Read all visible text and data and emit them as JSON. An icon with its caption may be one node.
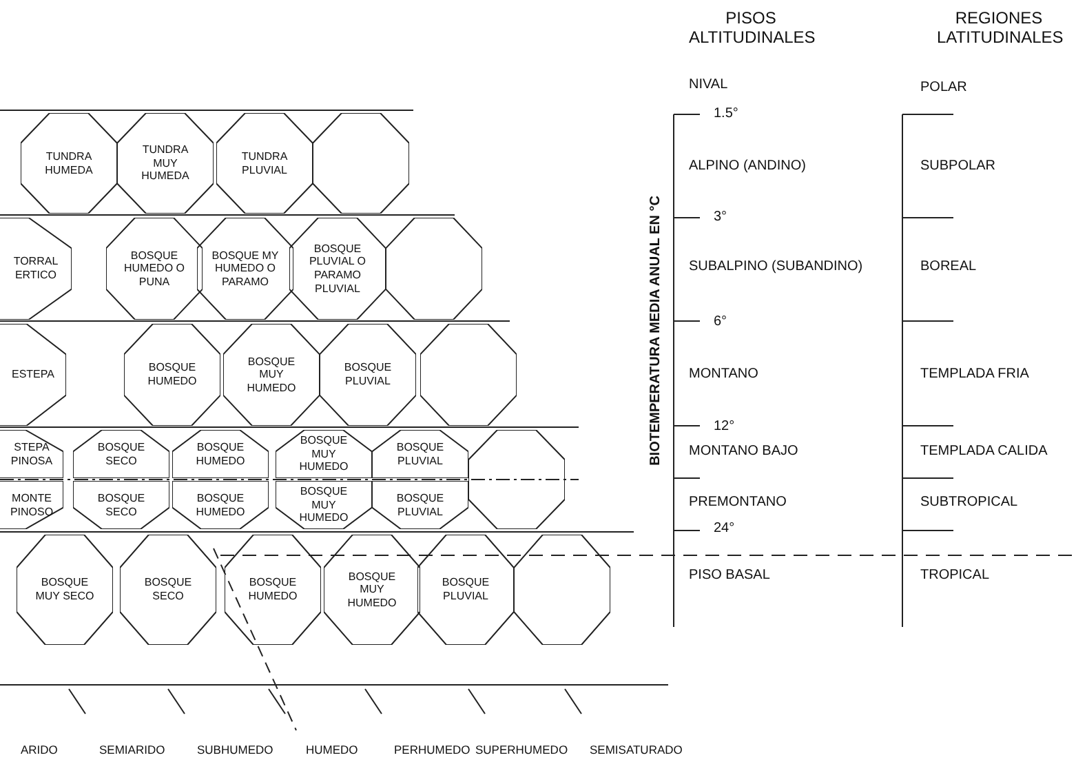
{
  "diagram": {
    "nodes": [
      {
        "text": [
          "TUNDRA HUMEDA"
        ]
      },
      {
        "text": [
          "TUNDRA MUY HUMEDA"
        ]
      },
      {
        "text": [
          "TUNDRA PLUVIAL"
        ]
      },
      {
        "text": [],
        "shape": "octagon"
      },
      {
        "text": [
          "TORRAL ERTICO"
        ]
      },
      {
        "text": [
          "BOSQUE HUMEDO O PUNA"
        ]
      },
      {
        "text": [
          "BOSQUE MY HUMEDO O PARAMO"
        ]
      },
      {
        "text": [
          "BOSQUE PLUVIAL O PARAMO PLUVIAL"
        ]
      },
      {
        "text": [],
        "shape": "octagon"
      },
      {
        "text": [
          "ESTEPA"
        ]
      },
      {
        "text": [
          "BOSQUE HUMEDO"
        ]
      },
      {
        "text": [
          "BOSQUE MUY HUMEDO"
        ]
      },
      {
        "text": [
          "BOSQUE PLUVIAL"
        ]
      },
      {
        "text": [],
        "shape": "octagon"
      },
      {
        "text": [
          "STEPA PINOSA"
        ]
      },
      {
        "text": [
          "BOSQUE SECO"
        ]
      },
      {
        "text": [
          "BOSQUE HUMEDO"
        ]
      },
      {
        "text": [
          "BOSQUE MUY HUMEDO"
        ]
      },
      {
        "text": [
          "BOSQUE PLUVIAL"
        ]
      },
      {
        "text": [],
        "shape": "octagon"
      },
      {
        "text": [
          "MONTE PINOSO"
        ]
      },
      {
        "text": [
          "BOSQUE SECO"
        ]
      },
      {
        "text": [
          "BOSQUE HUMEDO"
        ]
      },
      {
        "text": [
          "BOSQUE MUY HUMEDO"
        ]
      },
      {
        "text": [
          "BOSQUE PLUVIAL"
        ]
      },
      {
        "text": [
          "BOSQUE MUY SECO"
        ]
      },
      {
        "text": [
          "BOSQUE SECO"
        ]
      },
      {
        "text": [
          "BOSQUE HUMEDO"
        ]
      },
      {
        "text": [
          "BOSQUE MUY HUMEDO"
        ]
      },
      {
        "text": [
          "BOSQUE PLUVIAL"
        ]
      },
      {
        "text": [],
        "shape": "octagon"
      }
    ],
    "edges": [],
    "labels": [
      "PISOS ALTITUDINALES",
      "REGIONES LATITUDINALES",
      "NIVAL",
      "POLAR",
      "1.5°",
      "ALPINO (ANDINO)",
      "SUBPOLAR",
      "3°",
      "SUBALPINO (SUBANDINO)",
      "BOREAL",
      "6°",
      "MONTANO",
      "TEMPLADA FRIA",
      "12°",
      "MONTANO BAJO",
      "TEMPLADA CALIDA",
      "PREMONTANO",
      "SUBTROPICAL",
      "24°",
      "PISO BASAL",
      "TROPICAL",
      "BIOTEMPERATURA MEDIA ANUAL EN °C",
      "ARIDO",
      "SEMIARIDO",
      "SUBHUMEDO",
      "HUMEDO",
      "PERHUMEDO",
      "SUPERHUMEDO",
      "SEMISATURADO"
    ]
  }
}
